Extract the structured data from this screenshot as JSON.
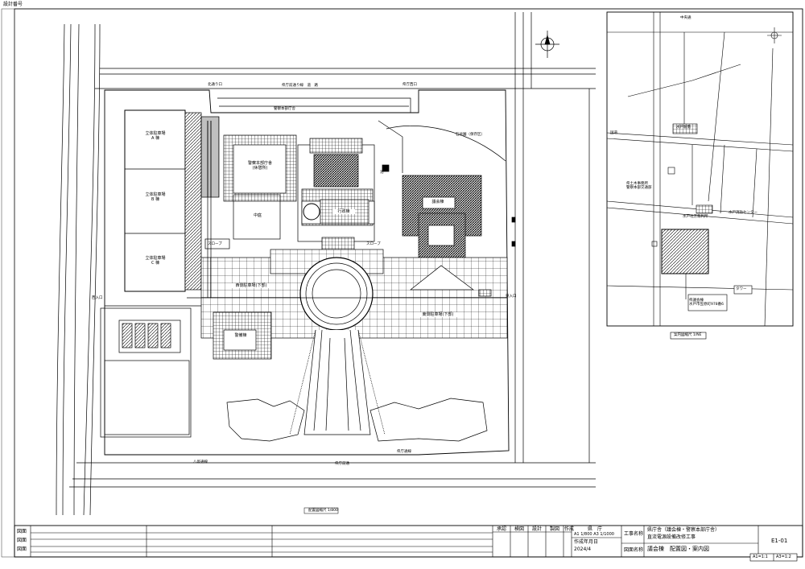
{
  "sheet": {
    "header_label": "設計番号",
    "drawing_no": "E1-01",
    "scale_badges": [
      "A1=1:1",
      "A3=1:2"
    ]
  },
  "main_map": {
    "scale_caption": "配置図縮尺 1/800",
    "buildings": {
      "parking_a": "立体駐車場\nA 棟",
      "parking_b": "立体駐車場\nB 棟",
      "parking_c": "立体駐車場\nC 棟",
      "police": "警察本部庁舎\n(休憩所)",
      "gyosei": "行政棟",
      "gikai": "議会棟",
      "keibi": "警備棟",
      "west_parking": "西側駐車場(下部)",
      "east_parking": "東側駐車場(下部)",
      "courtyard": "中庭",
      "slope_w": "スロープ",
      "slope_e": "スロープ"
    },
    "street_labels": {
      "top_road": "県庁前通り線　道　路",
      "entrance_west": "県庁西口",
      "top_bldg": "警察本部庁舎",
      "dam": "池",
      "south_gate_1": "八坂通線",
      "south_gate_2": "県庁前通",
      "south_road": "県庁通線",
      "west_gate": "西入口",
      "east_gate": "東入口",
      "north_gate": "北通り口",
      "pond": "石谷園（保存区）"
    }
  },
  "guide_map": {
    "caption": "案内図縮尺 1/NE",
    "labels": {
      "target": "県議会棟\n水戸市笠原町978番6",
      "office_1": "県土木事務所\n警察本部交通部",
      "station": "水戸駅南",
      "office_2": "水戸地方裁判所",
      "office_3": "水戸消防センター",
      "road_1": "国道",
      "road_2": "中央通",
      "tower": "タワー"
    }
  },
  "title_block": {
    "stamp_labels": [
      "承認",
      "検図",
      "設計",
      "製図"
    ],
    "designer_label": "作成",
    "office": "県　庁",
    "scale_text": "A1 1/800 A3 1/1000",
    "date_label": "作成年月日",
    "date": "2024/4",
    "project_label": "工事名称",
    "project_name_1": "県庁舎（議会棟・警察本部庁舎）",
    "project_name_2": "直流電源設備改修工事",
    "drawing_label": "図面名称",
    "drawing_name": "議会棟　配置図・案内図",
    "revision_labels": [
      "図面",
      "図面",
      "図面"
    ]
  },
  "colors": {
    "line": "#000000",
    "paper": "#ffffff",
    "hatch": "#111111"
  }
}
